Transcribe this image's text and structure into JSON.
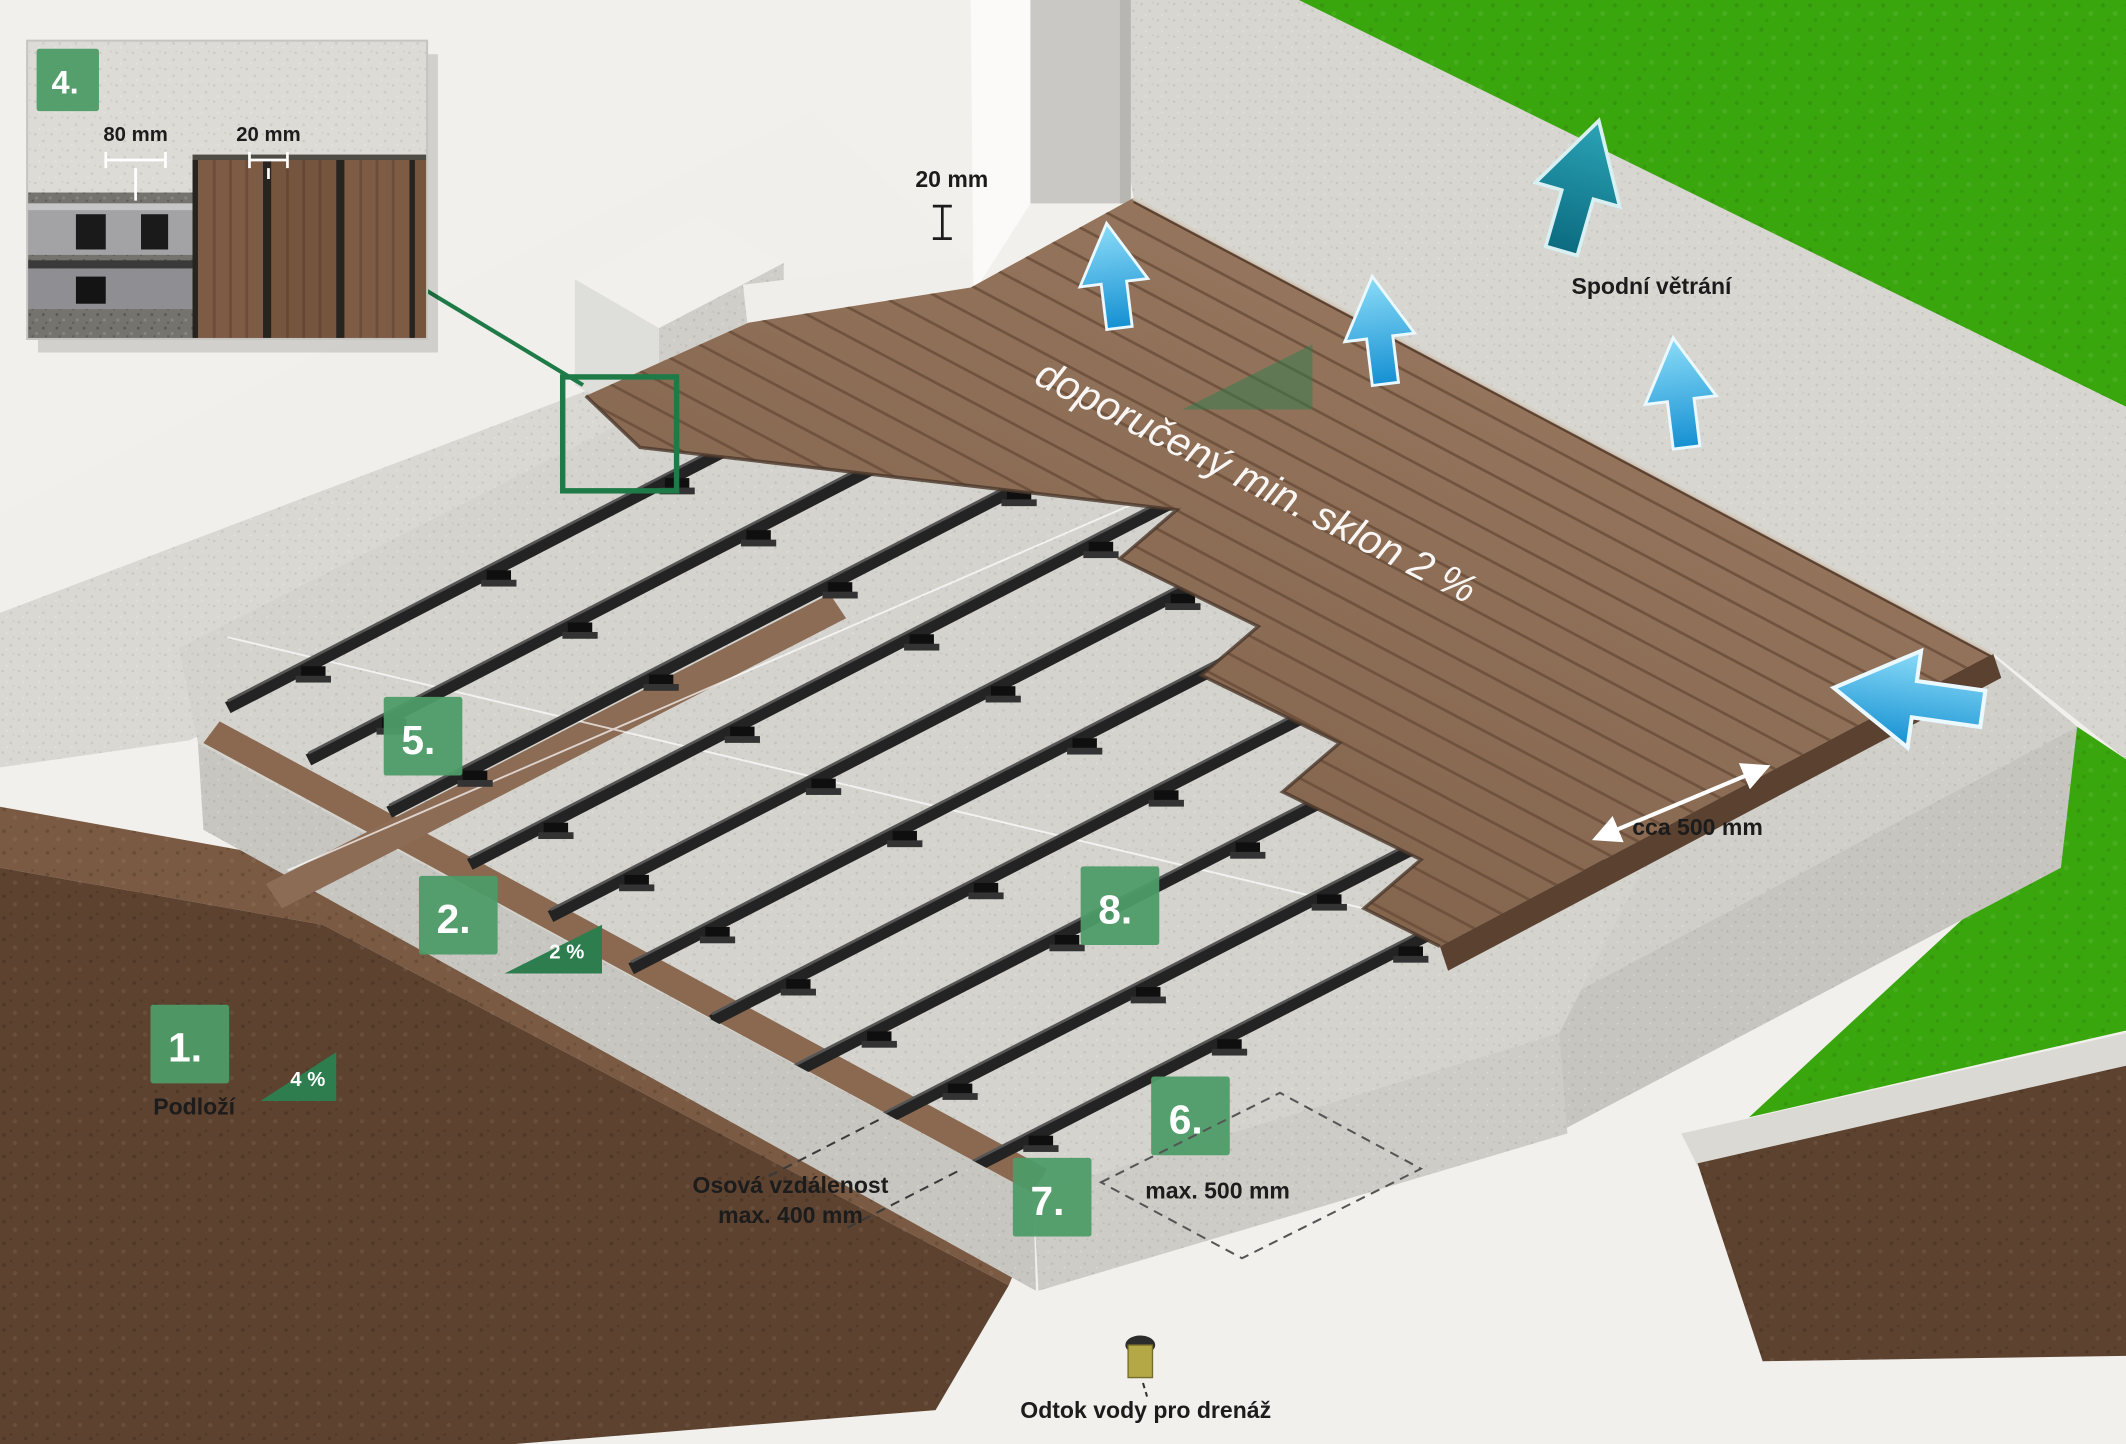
{
  "inset": {
    "badge": "4.",
    "dim_a": "80 mm",
    "dim_b": "20 mm"
  },
  "annotations": {
    "gap_top": "20 mm",
    "ventilation": "Spodní větrání",
    "slope": "doporučený min. sklon 2 %",
    "cca500": "cca 500 mm",
    "slope2": "2 %",
    "slope4": "4 %",
    "subsoil": "Podloží",
    "osova1": "Osová vzdálenost",
    "osova2": "max. 400 mm",
    "max500": "max. 500 mm",
    "drain": "Odtok vody pro drenáž"
  },
  "badges": {
    "b1": "1.",
    "b2": "2.",
    "b4": "4.",
    "b5": "5.",
    "b6": "6.",
    "b7": "7.",
    "b8": "8."
  },
  "colors": {
    "background": "#f2f0ec",
    "grass": "#3aa60e",
    "walkway": "#d7d6d1",
    "wall_top": "#f0efeb",
    "wall_face": "#d9d8d3",
    "pad": "#d4d3ce",
    "soil": "#5d4230",
    "soil_top": "#7a5a42",
    "deck_seam": "#6b4f3b",
    "deck_edge": "#5b4130",
    "joist": "#232323",
    "badge_green": "#4d9c67",
    "outline_green": "#1e7a46",
    "text_dark": "#1c1c1c",
    "text_white": "#ffffff",
    "arrow_blue_light": "#8bdcf8",
    "arrow_blue_dark": "#1590d2",
    "teal_light": "#2ba4b6",
    "teal_dark": "#0c6b80"
  }
}
